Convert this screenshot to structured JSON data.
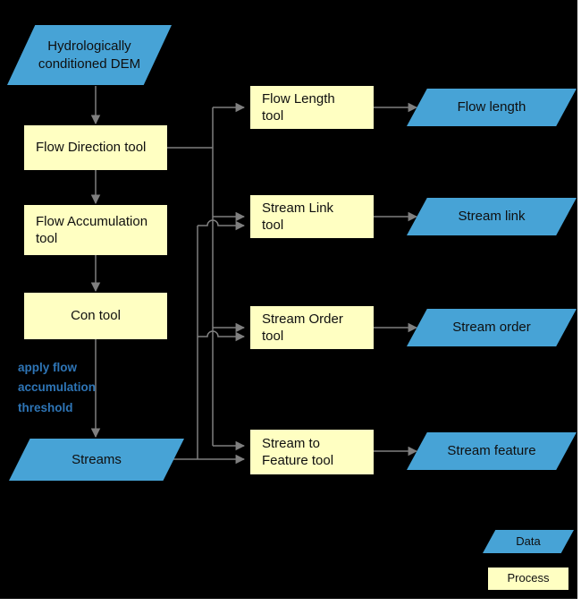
{
  "diagram": {
    "colors": {
      "background": "#000000",
      "data_fill": "#47A3D6",
      "process_fill": "#FFFFC2",
      "connector": "#7F7F7F",
      "annotation_text": "#2E75B6",
      "shape_text": "#0F0F0F"
    },
    "nodes": {
      "dem": {
        "label": "Hydrologically\nconditioned DEM",
        "type": "data"
      },
      "flow_direction_tool": {
        "label": "Flow Direction tool",
        "type": "process"
      },
      "flow_accumulation_tool": {
        "label": "Flow Accumulation\ntool",
        "type": "process"
      },
      "con_tool": {
        "label": "Con tool",
        "type": "process"
      },
      "streams": {
        "label": "Streams",
        "type": "data"
      },
      "flow_length_tool": {
        "label": "Flow Length\ntool",
        "type": "process"
      },
      "stream_link_tool": {
        "label": "Stream Link\ntool",
        "type": "process"
      },
      "stream_order_tool": {
        "label": "Stream Order\ntool",
        "type": "process"
      },
      "stream_to_feature_tool": {
        "label": "Stream to\nFeature tool",
        "type": "process"
      },
      "flow_length": {
        "label": "Flow length",
        "type": "data"
      },
      "stream_link": {
        "label": "Stream link",
        "type": "data"
      },
      "stream_order": {
        "label": "Stream order",
        "type": "data"
      },
      "stream_feature": {
        "label": "Stream feature",
        "type": "data"
      }
    },
    "annotation": {
      "text": "apply flow\naccumulation\nthreshold",
      "color": "#2E75B6"
    },
    "edges": [
      {
        "from": "dem",
        "to": "flow_direction_tool"
      },
      {
        "from": "flow_direction_tool",
        "to": "flow_accumulation_tool"
      },
      {
        "from": "flow_accumulation_tool",
        "to": "con_tool"
      },
      {
        "from": "con_tool",
        "to": "streams",
        "note": "apply flow accumulation threshold"
      },
      {
        "from": "flow_direction_tool",
        "to": "flow_length_tool"
      },
      {
        "from": "flow_direction_tool",
        "to": "stream_link_tool"
      },
      {
        "from": "flow_direction_tool",
        "to": "stream_order_tool"
      },
      {
        "from": "flow_direction_tool",
        "to": "stream_to_feature_tool"
      },
      {
        "from": "streams",
        "to": "stream_link_tool"
      },
      {
        "from": "streams",
        "to": "stream_order_tool"
      },
      {
        "from": "streams",
        "to": "stream_to_feature_tool"
      },
      {
        "from": "flow_length_tool",
        "to": "flow_length"
      },
      {
        "from": "stream_link_tool",
        "to": "stream_link"
      },
      {
        "from": "stream_order_tool",
        "to": "stream_order"
      },
      {
        "from": "stream_to_feature_tool",
        "to": "stream_feature"
      }
    ],
    "legend": {
      "data_label": "Data",
      "process_label": "Process"
    }
  }
}
